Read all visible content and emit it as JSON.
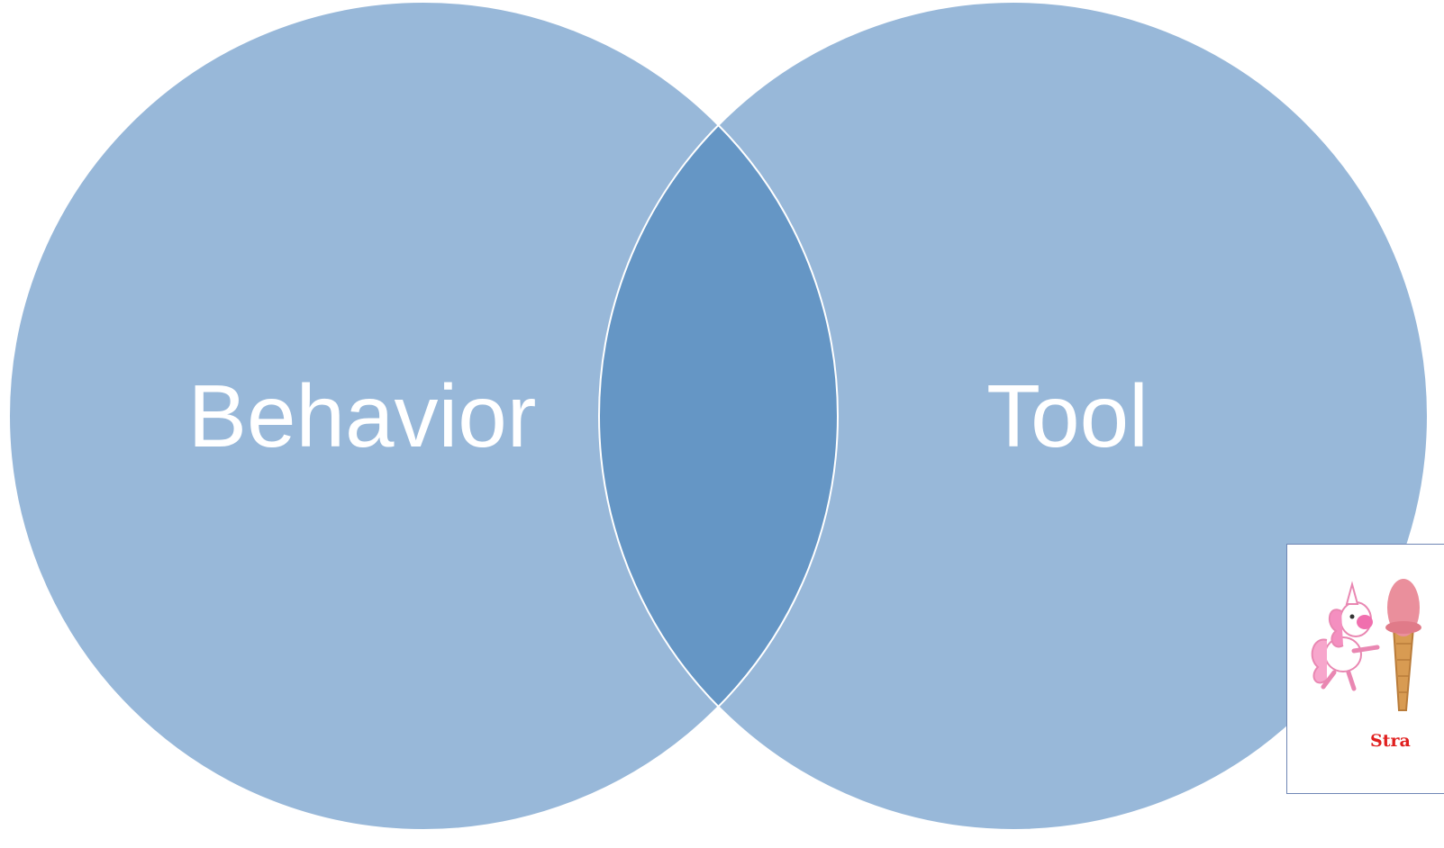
{
  "diagram": {
    "type": "venn",
    "sets": [
      {
        "label": "Behavior",
        "color": "#98b8d9"
      },
      {
        "label": "Tool",
        "color": "#98b8d9"
      }
    ],
    "intersection_color": "#6596c5",
    "outline_color": "#ffffff"
  },
  "thumbnail": {
    "caption": "Stra",
    "icons": [
      "unicorn-icon",
      "ice-cream-cone-icon"
    ],
    "border_color": "#6f86b5"
  }
}
